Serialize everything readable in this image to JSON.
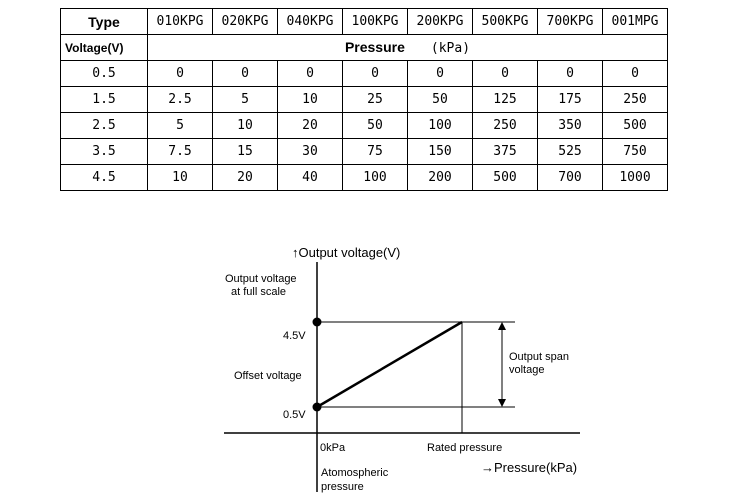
{
  "table": {
    "type_label": "Type",
    "voltage_label": "Voltage(V)",
    "pressure_label": "Pressure",
    "pressure_unit": "(kPa)",
    "types": [
      "010KPG",
      "020KPG",
      "040KPG",
      "100KPG",
      "200KPG",
      "500KPG",
      "700KPG",
      "001MPG"
    ],
    "rows": [
      {
        "voltage": "0.5",
        "values": [
          "0",
          "0",
          "0",
          "0",
          "0",
          "0",
          "0",
          "0"
        ]
      },
      {
        "voltage": "1.5",
        "values": [
          "2.5",
          "5",
          "10",
          "25",
          "50",
          "125",
          "175",
          "250"
        ]
      },
      {
        "voltage": "2.5",
        "values": [
          "5",
          "10",
          "20",
          "50",
          "100",
          "250",
          "350",
          "500"
        ]
      },
      {
        "voltage": "3.5",
        "values": [
          "7.5",
          "15",
          "30",
          "75",
          "150",
          "375",
          "525",
          "750"
        ]
      },
      {
        "voltage": "4.5",
        "values": [
          "10",
          "20",
          "40",
          "100",
          "200",
          "500",
          "700",
          "1000"
        ]
      }
    ]
  },
  "diagram": {
    "y_axis_label": "↑Output voltage(V)",
    "x_axis_label": "→Pressure(kPa)",
    "full_scale_label_1": "Output voltage",
    "full_scale_label_2": "at full scale",
    "offset_label": "Offset voltage",
    "v_high": "4.5V",
    "v_low": "0.5V",
    "origin_label": "0kPa",
    "rated_label": "Rated pressure",
    "span_label_1": "Output span",
    "span_label_2": "voltage",
    "atm_label_1": "Atomospheric",
    "atm_label_2": "pressure"
  }
}
